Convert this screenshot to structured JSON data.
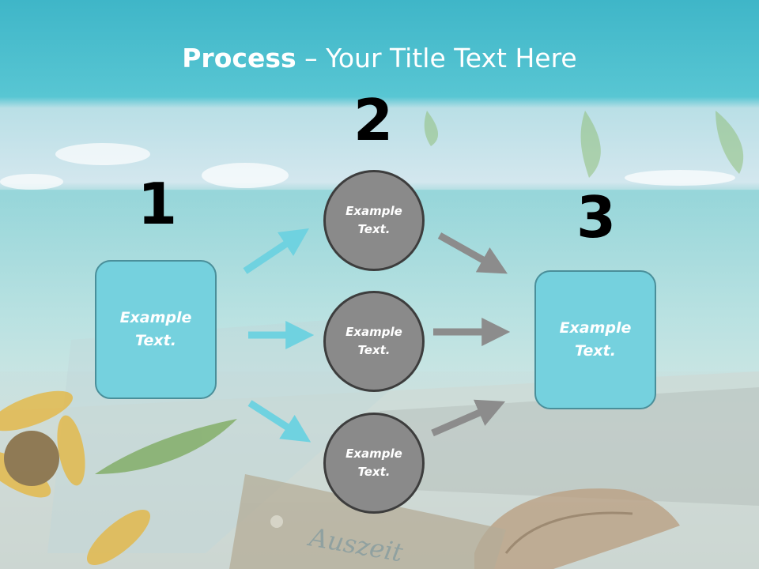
{
  "title": {
    "strong": "Process",
    "rest": " – Your Title Text Here"
  },
  "steps": {
    "one": "1",
    "two": "2",
    "three": "3"
  },
  "left_box": {
    "text": "Example\nText."
  },
  "circles": [
    {
      "text": "Example\nText."
    },
    {
      "text": "Example\nText."
    },
    {
      "text": "Example\nText."
    }
  ],
  "right_box": {
    "text": "Example\nText."
  },
  "background_image": {
    "tag_text": "Auszeit"
  },
  "colors": {
    "banner": "#4fc4d4",
    "box_fill": "#75d1de",
    "box_border": "#4a8f9a",
    "circle_fill": "#8a8a8a",
    "circle_border": "#3d3d3d",
    "arrow_in": "#6fd2e0",
    "arrow_out": "#8c8c8c",
    "number": "#000000"
  }
}
